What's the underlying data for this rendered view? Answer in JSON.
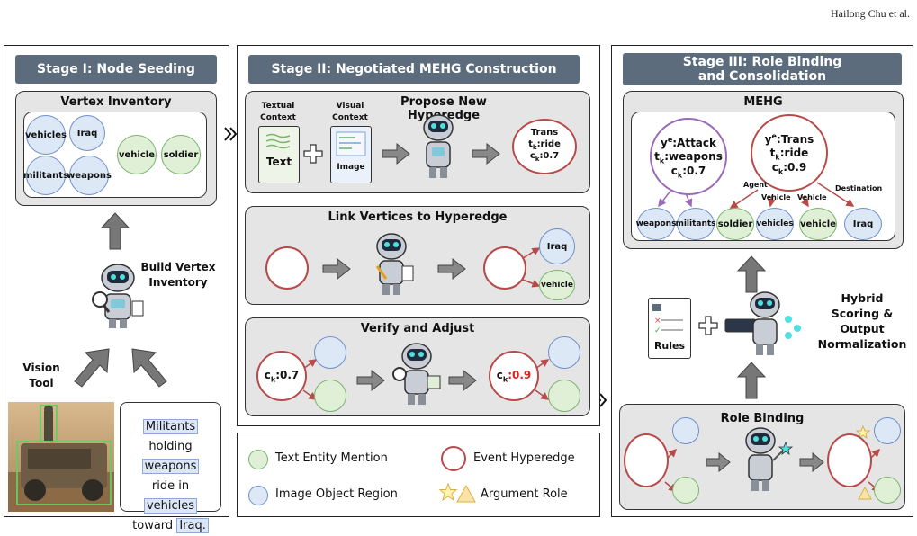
{
  "header": {
    "running_title": "Hailong Chu et al."
  },
  "stage1": {
    "title": "Stage I: Node Seeding",
    "inventory_title": "Vertex Inventory",
    "image_nodes": [
      "vehicles",
      "Iraq",
      "militants",
      "weapons"
    ],
    "text_nodes": [
      "vehicle",
      "soldier"
    ],
    "build_label": "Build Vertex Inventory",
    "vision_label": "Vision Tool",
    "sentence": [
      {
        "text": "Militants",
        "hl": true
      },
      {
        "text": "holding",
        "hl": false
      },
      {
        "text": "weapons",
        "hl": true
      },
      {
        "text": "ride in",
        "hl": false
      },
      {
        "text": "vehicles",
        "hl": true
      },
      {
        "text": "toward",
        "hl": false
      },
      {
        "text": "Iraq.",
        "hl": true
      }
    ]
  },
  "stage2": {
    "title": "Stage II: Negotiated MEHG Construction",
    "propose": {
      "title": "Propose New Hyperedge",
      "textual_context": "Textual Context",
      "visual_context": "Visual Context",
      "text_card": "Text",
      "image_card": "Image",
      "edge_type": "Trans",
      "edge_trigger": "t",
      "edge_trigger_sub": "k",
      "edge_trigger_val": ":ride",
      "edge_conf": "c",
      "edge_conf_sub": "k",
      "edge_conf_val": ":0.7"
    },
    "link": {
      "title": "Link Vertices to Hyperedge",
      "node_blue": "Iraq",
      "node_green": "vehicle"
    },
    "verify": {
      "title": "Verify and Adjust",
      "before_label": "c",
      "before_sub": "k",
      "before_val": ":0.7",
      "after_label": "c",
      "after_sub": "k",
      "after_sep": ":",
      "after_val": "0.9"
    }
  },
  "stage3": {
    "title_line1": "Stage III: Role Binding",
    "title_line2": "and Consolidation",
    "mehg_title": "MEHG",
    "attack": {
      "y": "y",
      "sup": "e",
      "type": ":Attack",
      "t": "t",
      "tsub": "k",
      "trigger": ":weapons",
      "c": "c",
      "csub": "k",
      "conf": ":0.7"
    },
    "trans": {
      "y": "y",
      "sup": "e",
      "type": ":Trans",
      "t": "t",
      "tsub": "k",
      "trigger": ":ride",
      "c": "c",
      "csub": "k",
      "conf": ":0.9"
    },
    "roles": [
      "Agent",
      "Vehicle",
      "Vehicle",
      "Destination"
    ],
    "nodes": [
      {
        "label": "weapons",
        "kind": "blue"
      },
      {
        "label": "militants",
        "kind": "blue"
      },
      {
        "label": "soldier",
        "kind": "green"
      },
      {
        "label": "vehicles",
        "kind": "blue"
      },
      {
        "label": "vehicle",
        "kind": "green"
      },
      {
        "label": "Iraq",
        "kind": "blue"
      }
    ],
    "scoring_label": "Hybrid Scoring & Output Normalization",
    "rules_label": "Rules",
    "role_binding_title": "Role Binding"
  },
  "legend": {
    "text_entity": "Text Entity Mention",
    "image_region": "Image Object Region",
    "event_edge": "Event Hyperedge",
    "arg_role": "Argument Role"
  },
  "colors": {
    "stage_header": "#5c6c7c",
    "blue_node": "#dde8f6",
    "green_node": "#dff0d7",
    "edge_red": "#b84a4a",
    "edge_purple": "#9a6ab8",
    "highlight_red": "#e02020"
  }
}
